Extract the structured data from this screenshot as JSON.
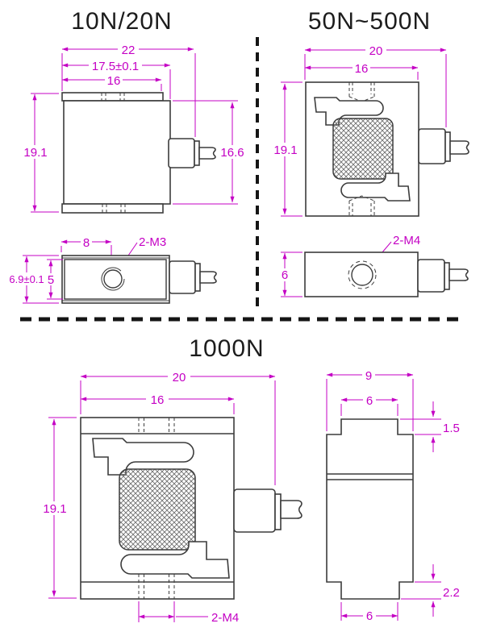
{
  "drawing": {
    "accent_color": "#c400c4",
    "line_color": "#3c3c3c",
    "sections": {
      "s1": {
        "title": "10N/20N",
        "front": {
          "w_overall": "22",
          "w_body": "17.5±0.1",
          "w_plate": "16",
          "h_total": "19.1",
          "h_body": "16.6"
        },
        "top": {
          "hole_x": "8",
          "thread": "2-M3",
          "h_outer": "6.9±0.1",
          "h_inner": "5"
        }
      },
      "s2": {
        "title": "50N~500N",
        "front": {
          "w_overall": "20",
          "w_body": "16",
          "h_total": "19.1"
        },
        "top": {
          "thread": "2-M4",
          "h": "6"
        }
      },
      "s3": {
        "title": "1000N",
        "front": {
          "w_overall": "20",
          "w_body": "16",
          "h_total": "19.1",
          "thread": "2-M4"
        },
        "side": {
          "w": "9",
          "boss_top_w": "6",
          "boss_top_h": "1.5",
          "boss_bot_h": "2.2",
          "boss_bot_w": "6"
        }
      }
    }
  }
}
